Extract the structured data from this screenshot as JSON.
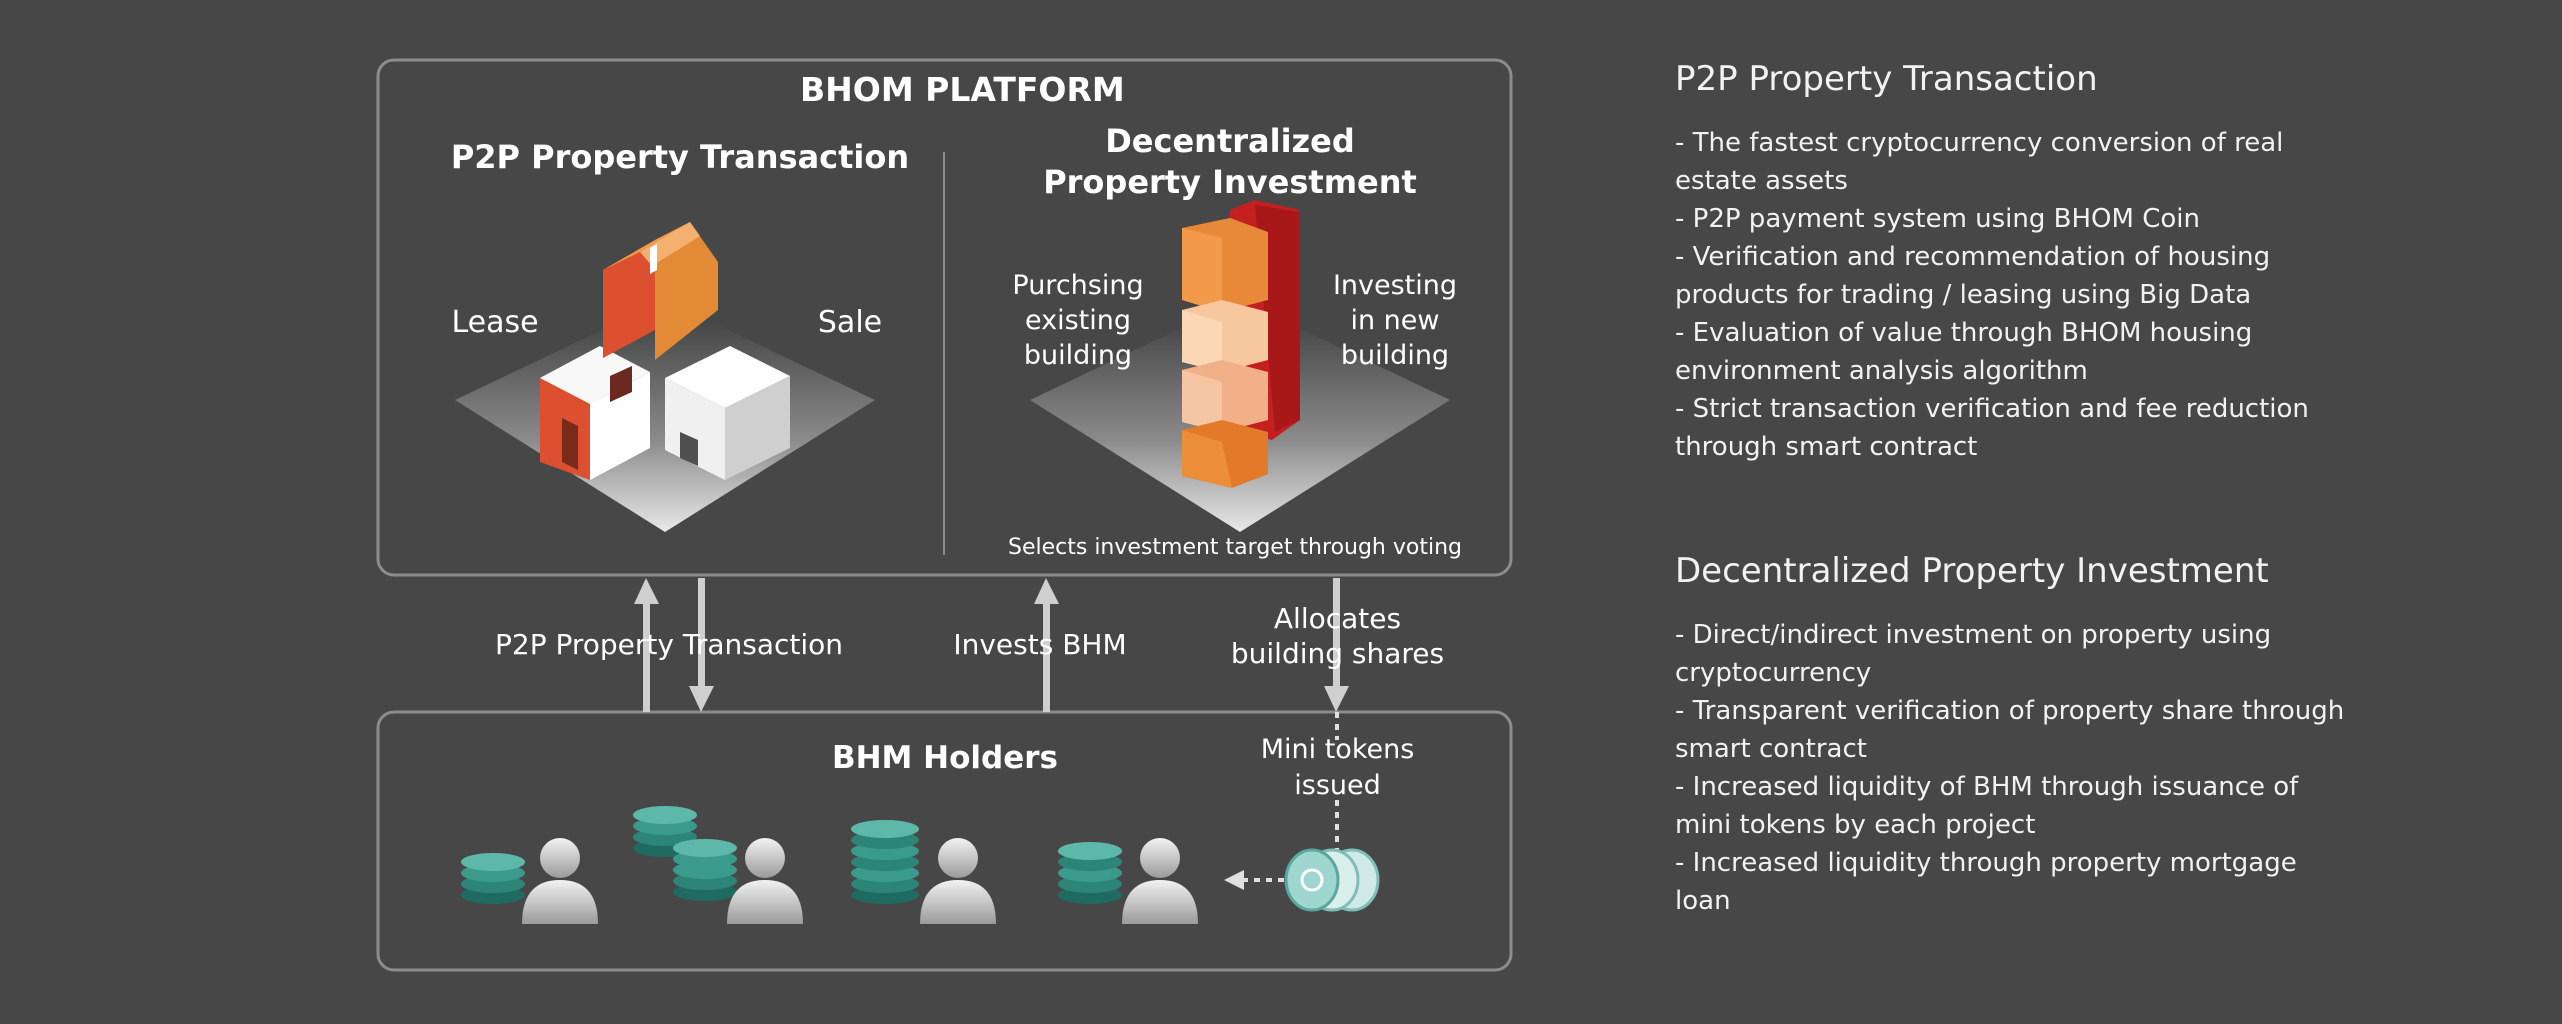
{
  "platform": {
    "title": "BHOM PLATFORM",
    "p2p_title": "P2P Property Transaction",
    "lease_label": "Lease",
    "sale_label": "Sale",
    "dpi_title_line1": "Decentralized",
    "dpi_title_line2": "Property Investment",
    "purchasing_line1": "Purchsing",
    "purchasing_line2": "existing",
    "purchasing_line3": "building",
    "investing_line1": "Investing",
    "investing_line2": "in new",
    "investing_line3": "building",
    "voting_caption": "Selects investment target through voting"
  },
  "flows": {
    "p2p_label": "P2P Property Transaction",
    "invests_label": "Invests BHM",
    "allocates_line1": "Allocates",
    "allocates_line2": "building shares"
  },
  "holders": {
    "title": "BHM Holders",
    "mini_tokens_line1": "Mini tokens",
    "mini_tokens_line2": "issued"
  },
  "sidebar": {
    "sections": [
      {
        "heading": "P2P Property Transaction",
        "items": [
          "- The fastest cryptocurrency conversion of real estate assets",
          "- P2P payment system using BHOM Coin",
          "- Verification and recommendation of housing products for trading / leasing using Big Data",
          "- Evaluation of value through BHOM housing environment analysis algorithm",
          "- Strict transaction verification and fee reduction through smart contract"
        ]
      },
      {
        "heading": "Decentralized Property Investment",
        "items": [
          "- Direct/indirect investment on property using cryptocurrency",
          "- Transparent verification of property share through smart contract",
          "- Increased liquidity of BHM through issuance of mini tokens by each project",
          "- Increased liquidity through property mortgage loan"
        ]
      }
    ]
  },
  "colors": {
    "background": "#474747",
    "box_border": "#8c8c8c",
    "house_orange": "#e28a35",
    "house_red": "#dc4f2f",
    "coin_teal": "#3a9a8c",
    "tower_red": "#c42020"
  }
}
